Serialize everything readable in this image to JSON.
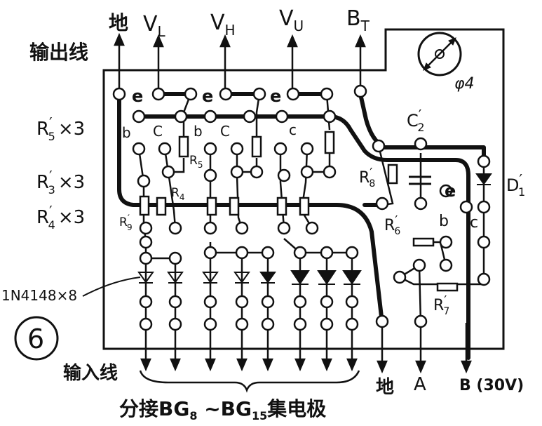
{
  "top_labels": {
    "ground": "地",
    "vl": "V",
    "vl_sub": "L",
    "vh": "V",
    "vh_sub": "H",
    "vu": "V",
    "vu_sub": "U",
    "bt": "B",
    "bt_sub": "T",
    "output_lines": "输出线"
  },
  "left_labels": {
    "r5": "R",
    "r5_sup": "′",
    "r5_sub": "5",
    "r5_count": "×3",
    "r3": "R",
    "r3_sup": "′",
    "r3_sub": "3",
    "r3_count": "×3",
    "r4": "R",
    "r4_sup": "′",
    "r4_sub": "4",
    "r4_count": "×3",
    "diodes": "1N4148×8",
    "figure_number": "6"
  },
  "board_labels": {
    "e1": "e",
    "e2": "e",
    "e3": "e",
    "b1": "b",
    "b2": "b",
    "c1": "C",
    "c2": "C",
    "c3": "c",
    "r5b": "R",
    "r5b_sub": "5",
    "r4b": "R",
    "r4b_sub": "4",
    "r9": "R",
    "r9_sup": "′",
    "r9_sub": "9",
    "r8": "R",
    "r8_sup": "′",
    "r8_sub": "8",
    "r6": "R",
    "r6_sup": "′",
    "r6_sub": "6",
    "r7": "R",
    "r7_sup": "′",
    "r7_sub": "7",
    "c2cap": "C",
    "c2cap_sup": "′",
    "c2cap_sub": "2",
    "d1": "D",
    "d1_sup": "′",
    "d1_sub": "1",
    "e_right": "e",
    "b_right": "b",
    "c_right": "c",
    "hole": "φ4"
  },
  "bottom_labels": {
    "input_lines": "输入线",
    "ground": "地",
    "a": "A",
    "b30": "B (30V)",
    "caption_pre": "分接BG",
    "caption_sub1": "8",
    "caption_mid": " ~BG",
    "caption_sub2": "15",
    "caption_post": "集电极"
  }
}
